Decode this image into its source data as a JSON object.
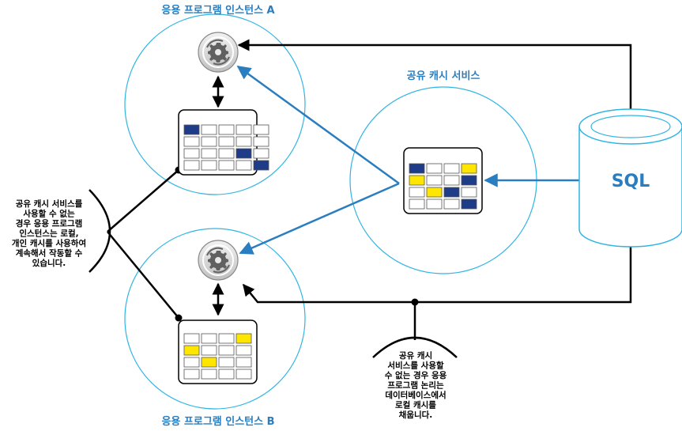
{
  "labels": {
    "instance_a": "응용 프로그램 인스턴스 A",
    "instance_b": "응용 프로그램 인스턴스 B",
    "shared_cache": "공유 캐시 서비스",
    "database": "SQL"
  },
  "notes": {
    "left": [
      "공유 캐시 서비스를",
      "사용할 수 없는",
      "경우 응용 프로그램",
      "인스턴스는 로컬,",
      "개인 캐시를 사용하여",
      "계속해서 작동할 수",
      "있습니다."
    ],
    "bottom": [
      "공유 캐시",
      "서비스를 사용할",
      "수 없는 경우 응용",
      "프로그램 논리는",
      "데이터베이스에서",
      "로컬 캐시를",
      "채웁니다."
    ]
  },
  "colors": {
    "circle": "#2fb5e3",
    "arrow_blue": "#2a7ec0",
    "title": "#2a7ec0",
    "cell_blue": "#1f3c88",
    "cell_yellow": "#ffe600",
    "line": "#000000"
  },
  "grids": {
    "instance_a": [
      [
        "blue",
        "",
        "",
        "",
        ""
      ],
      [
        "",
        "",
        "",
        "",
        ""
      ],
      [
        "",
        "",
        "",
        "blue",
        ""
      ],
      [
        "",
        "",
        "",
        "",
        "blue"
      ]
    ],
    "shared": [
      [
        "blue",
        "",
        "",
        "yellow"
      ],
      [
        "yellow",
        "",
        "",
        "blue"
      ],
      [
        "",
        "yellow",
        "blue",
        ""
      ],
      [
        "",
        "",
        "",
        "blue"
      ]
    ],
    "instance_b": [
      [
        "",
        "",
        "",
        "yellow"
      ],
      [
        "yellow",
        "",
        "",
        ""
      ],
      [
        "",
        "yellow",
        "",
        ""
      ],
      [
        "",
        "",
        "",
        ""
      ]
    ]
  }
}
